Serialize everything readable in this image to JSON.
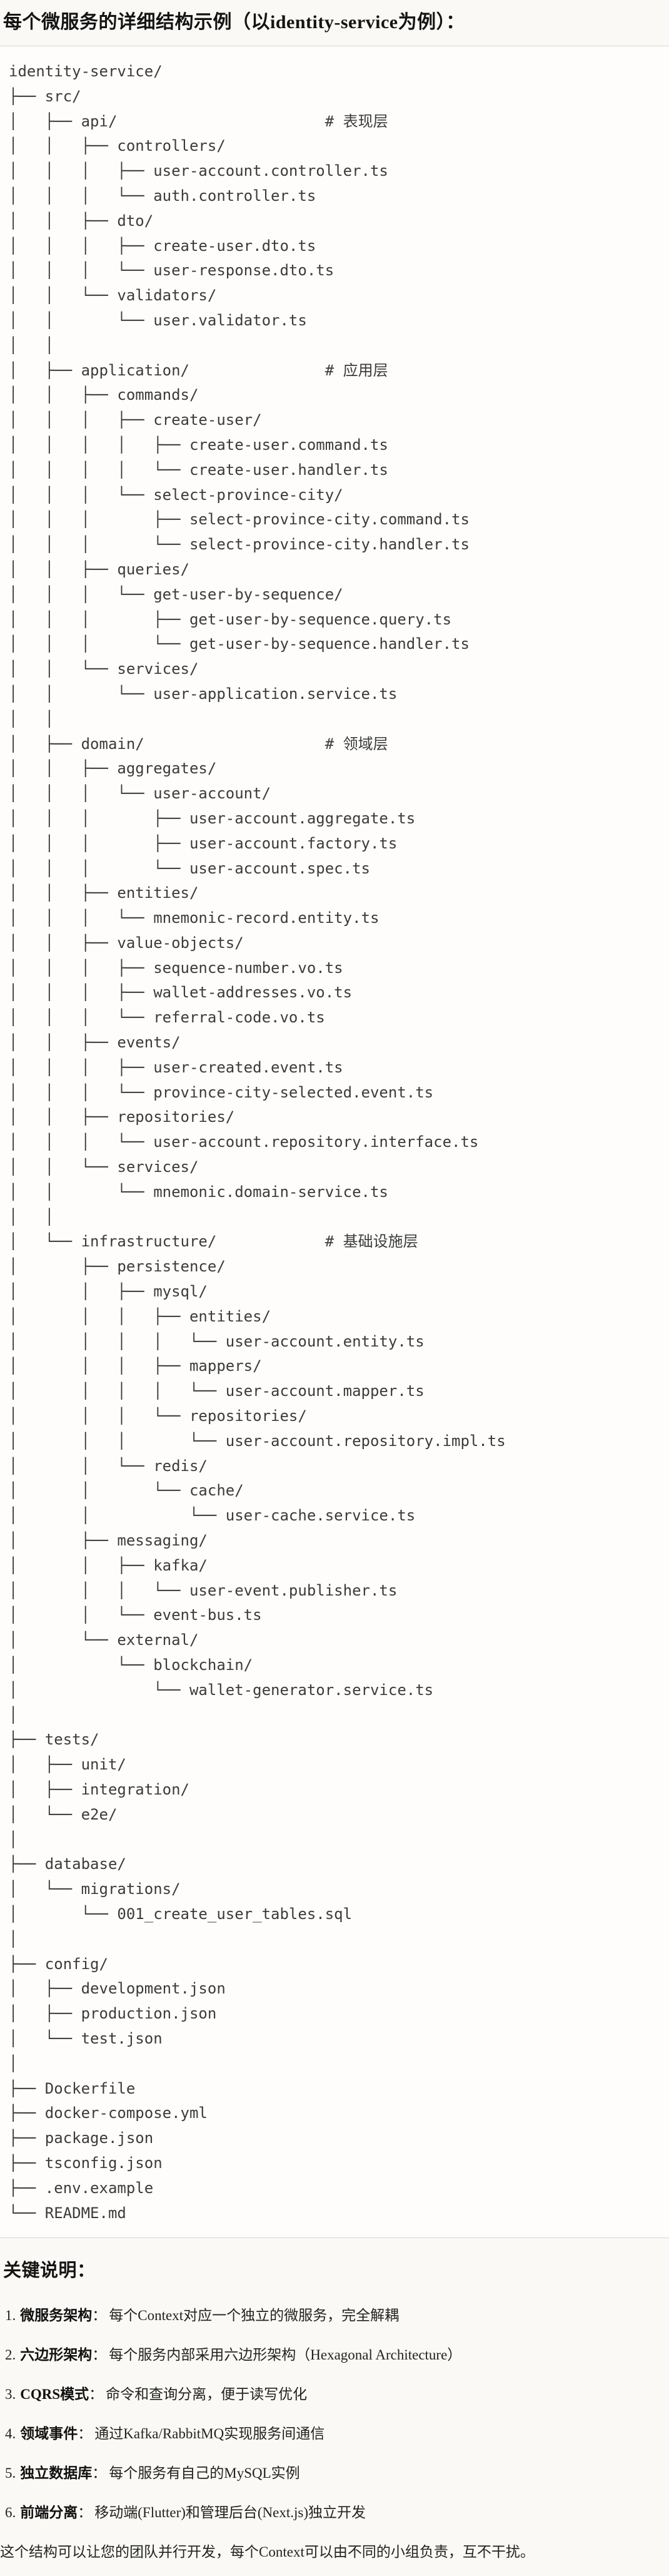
{
  "title": "每个微服务的详细结构示例（以identity-service为例）：",
  "tree": {
    "lines": [
      "identity-service/",
      "├── src/",
      "│   ├── api/                       # 表现层",
      "│   │   ├── controllers/",
      "│   │   │   ├── user-account.controller.ts",
      "│   │   │   └── auth.controller.ts",
      "│   │   ├── dto/",
      "│   │   │   ├── create-user.dto.ts",
      "│   │   │   └── user-response.dto.ts",
      "│   │   └── validators/",
      "│   │       └── user.validator.ts",
      "│   │",
      "│   ├── application/               # 应用层",
      "│   │   ├── commands/",
      "│   │   │   ├── create-user/",
      "│   │   │   │   ├── create-user.command.ts",
      "│   │   │   │   └── create-user.handler.ts",
      "│   │   │   └── select-province-city/",
      "│   │   │       ├── select-province-city.command.ts",
      "│   │   │       └── select-province-city.handler.ts",
      "│   │   ├── queries/",
      "│   │   │   └── get-user-by-sequence/",
      "│   │   │       ├── get-user-by-sequence.query.ts",
      "│   │   │       └── get-user-by-sequence.handler.ts",
      "│   │   └── services/",
      "│   │       └── user-application.service.ts",
      "│   │",
      "│   ├── domain/                    # 领域层",
      "│   │   ├── aggregates/",
      "│   │   │   └── user-account/",
      "│   │   │       ├── user-account.aggregate.ts",
      "│   │   │       ├── user-account.factory.ts",
      "│   │   │       └── user-account.spec.ts",
      "│   │   ├── entities/",
      "│   │   │   └── mnemonic-record.entity.ts",
      "│   │   ├── value-objects/",
      "│   │   │   ├── sequence-number.vo.ts",
      "│   │   │   ├── wallet-addresses.vo.ts",
      "│   │   │   └── referral-code.vo.ts",
      "│   │   ├── events/",
      "│   │   │   ├── user-created.event.ts",
      "│   │   │   └── province-city-selected.event.ts",
      "│   │   ├── repositories/",
      "│   │   │   └── user-account.repository.interface.ts",
      "│   │   └── services/",
      "│   │       └── mnemonic.domain-service.ts",
      "│   │",
      "│   └── infrastructure/            # 基础设施层",
      "│       ├── persistence/",
      "│       │   ├── mysql/",
      "│       │   │   ├── entities/",
      "│       │   │   │   └── user-account.entity.ts",
      "│       │   │   ├── mappers/",
      "│       │   │   │   └── user-account.mapper.ts",
      "│       │   │   └── repositories/",
      "│       │   │       └── user-account.repository.impl.ts",
      "│       │   └── redis/",
      "│       │       └── cache/",
      "│       │           └── user-cache.service.ts",
      "│       ├── messaging/",
      "│       │   ├── kafka/",
      "│       │   │   └── user-event.publisher.ts",
      "│       │   └── event-bus.ts",
      "│       └── external/",
      "│           └── blockchain/",
      "│               └── wallet-generator.service.ts",
      "│",
      "├── tests/",
      "│   ├── unit/",
      "│   ├── integration/",
      "│   └── e2e/",
      "│",
      "├── database/",
      "│   └── migrations/",
      "│       └── 001_create_user_tables.sql",
      "│",
      "├── config/",
      "│   ├── development.json",
      "│   ├── production.json",
      "│   └── test.json",
      "│",
      "├── Dockerfile",
      "├── docker-compose.yml",
      "├── package.json",
      "├── tsconfig.json",
      "├── .env.example",
      "└── README.md"
    ]
  },
  "notes": {
    "heading": "关键说明：",
    "items": [
      {
        "num": "1.",
        "term": "微服务架构",
        "colon": "：",
        "desc": "每个Context对应一个独立的微服务，完全解耦"
      },
      {
        "num": "2.",
        "term": "六边形架构",
        "colon": "：",
        "desc": "每个服务内部采用六边形架构（Hexagonal Architecture）"
      },
      {
        "num": "3.",
        "term": "CQRS模式",
        "colon": "：",
        "desc": "命令和查询分离，便于读写优化"
      },
      {
        "num": "4.",
        "term": "领域事件",
        "colon": "：",
        "desc": "通过Kafka/RabbitMQ实现服务间通信"
      },
      {
        "num": "5.",
        "term": "独立数据库",
        "colon": "：",
        "desc": "每个服务有自己的MySQL实例"
      },
      {
        "num": "6.",
        "term": "前端分离",
        "colon": "：",
        "desc": "移动端(Flutter)和管理后台(Next.js)独立开发"
      }
    ],
    "footer": "这个结构可以让您的团队并行开发，每个Context可以由不同的小组负责，互不干扰。"
  },
  "colors": {
    "page_bg": "#faf9f5",
    "code_bg": "#fefdfb",
    "code_border": "#d8d7d2",
    "tree_text": "#3b3b3b",
    "heading_text": "#141414",
    "body_text": "#222222"
  }
}
